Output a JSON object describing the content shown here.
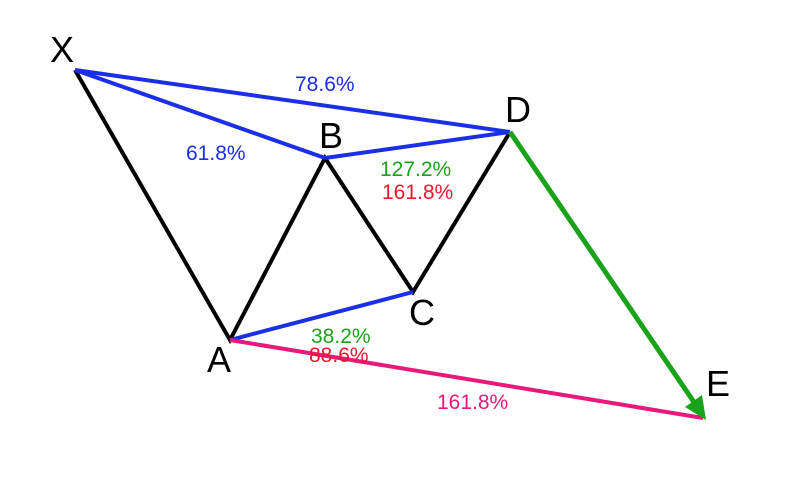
{
  "points": {
    "X": "X",
    "A": "A",
    "B": "B",
    "C": "C",
    "D": "D",
    "E": "E"
  },
  "ratios": {
    "xd": "78.6%",
    "xb": "61.8%",
    "bd_primary": "127.2%",
    "bd_secondary": "161.8%",
    "ac_primary": "38.2%",
    "ac_secondary": "88.6%",
    "ae": "161.8%"
  },
  "colors": {
    "structure": "#000000",
    "retracement": "#1a2fe6",
    "green": "#1aa31a",
    "red": "#e8192c",
    "magenta": "#e8197a"
  }
}
